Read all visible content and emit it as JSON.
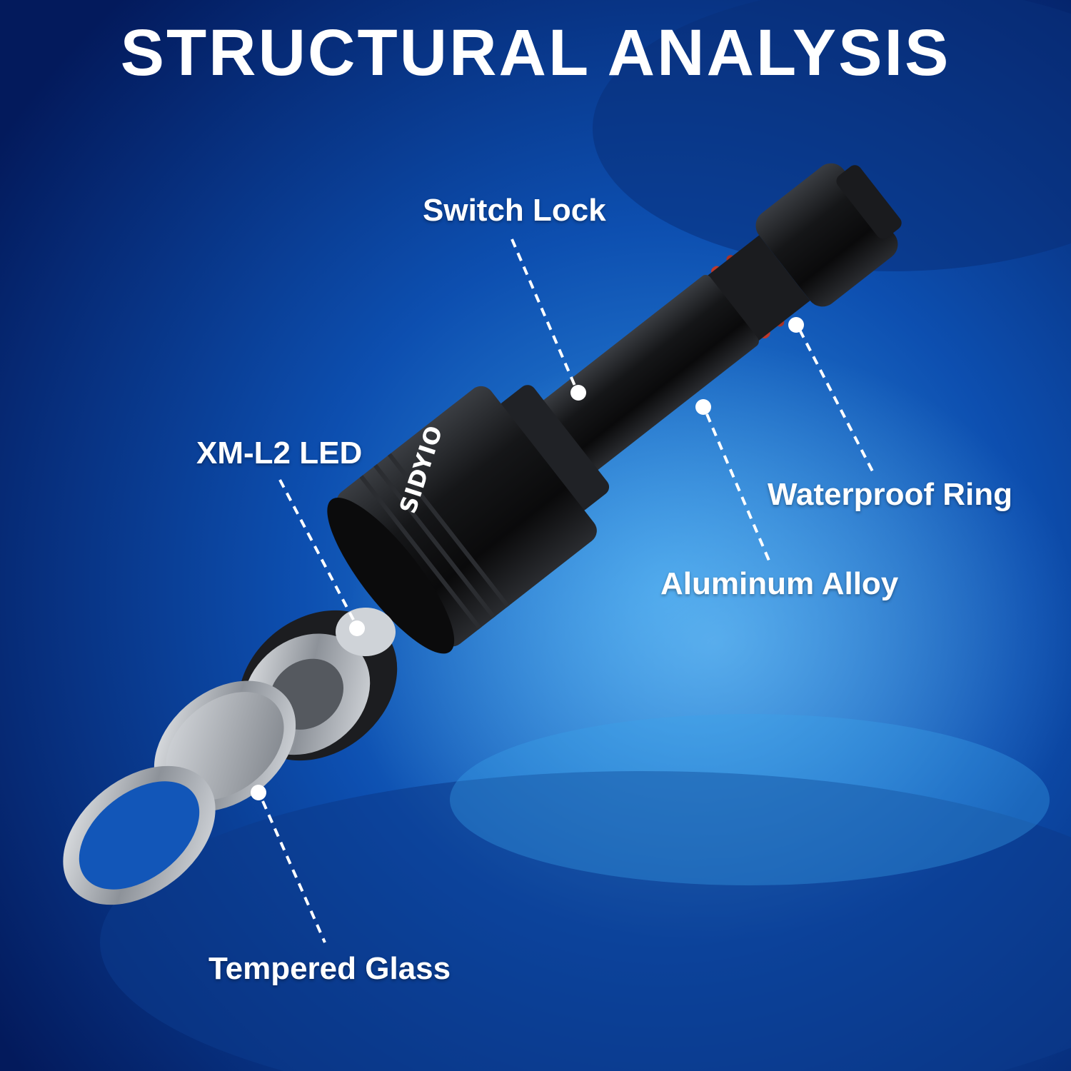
{
  "title": "STRUCTURAL ANALYSIS",
  "brand_logo": "SIDYIO",
  "labels": {
    "switch_lock": "Switch Lock",
    "xm_l2_led": "XM-L2 LED",
    "waterproof_ring": "Waterproof Ring",
    "aluminum_alloy": "Aluminum Alloy",
    "tempered_glass": "Tempered Glass"
  },
  "colors": {
    "background_deep": "#031a5c",
    "background_light": "#2f8fe0",
    "flashlight_body": "#111111",
    "o_ring": "#c0392b",
    "metal": "#c8ccd0",
    "label_text": "#ffffff"
  }
}
